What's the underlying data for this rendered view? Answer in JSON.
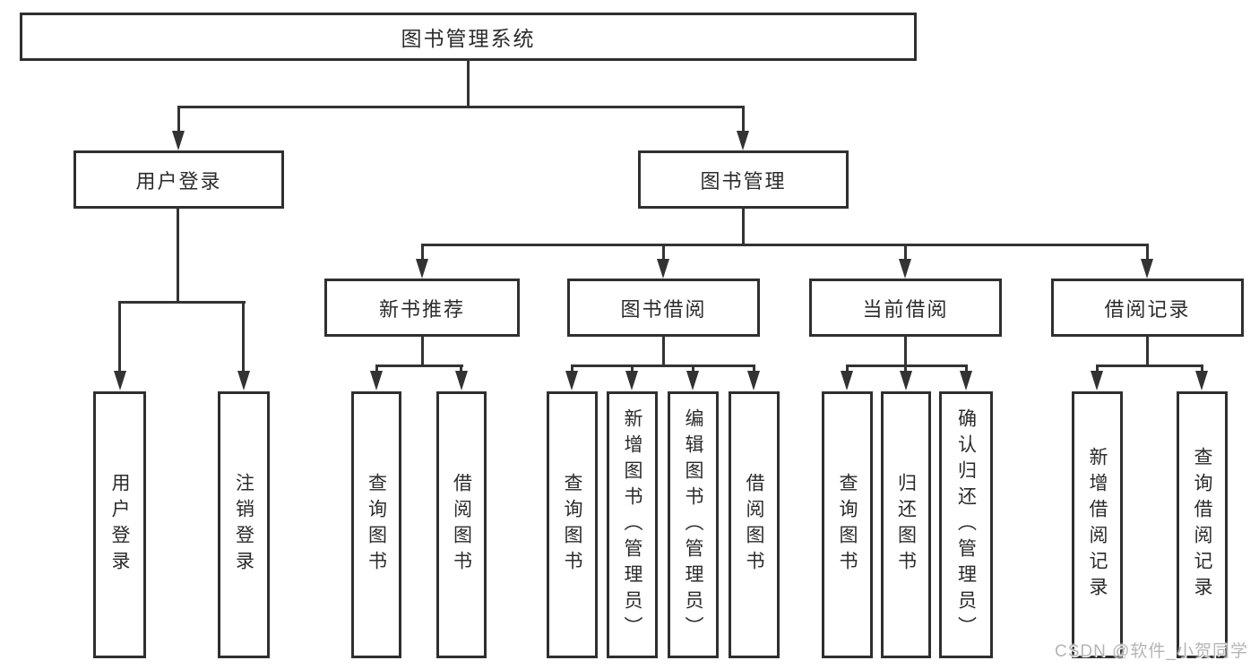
{
  "diagram": {
    "tree": {
      "root": {
        "label": "图书管理系统"
      },
      "branches": [
        {
          "label": "用户登录",
          "children": [
            {
              "label": "用户登录"
            },
            {
              "label": "注销登录"
            }
          ]
        },
        {
          "label": "图书管理",
          "children": [
            {
              "label": "新书推荐",
              "children": [
                {
                  "label": "查询图书"
                },
                {
                  "label": "借阅图书"
                }
              ]
            },
            {
              "label": "图书借阅",
              "children": [
                {
                  "label": "查询图书"
                },
                {
                  "label": "新增图书（管理员）"
                },
                {
                  "label": "编辑图书（管理员）"
                },
                {
                  "label": "借阅图书"
                }
              ]
            },
            {
              "label": "当前借阅",
              "children": [
                {
                  "label": "查询图书"
                },
                {
                  "label": "归还图书"
                },
                {
                  "label": "确认归还（管理员）"
                }
              ]
            },
            {
              "label": "借阅记录",
              "children": [
                {
                  "label": "新增借阅记录"
                },
                {
                  "label": "查询借阅记录"
                }
              ]
            }
          ]
        }
      ]
    }
  },
  "watermark": {
    "text": "CSDN @软件_小贺同学"
  },
  "colors": {
    "line": "#333333",
    "box_border": "#2f2f2f",
    "text": "#2b2b2b",
    "watermark": "#b5b5b5",
    "background": "#ffffff"
  }
}
